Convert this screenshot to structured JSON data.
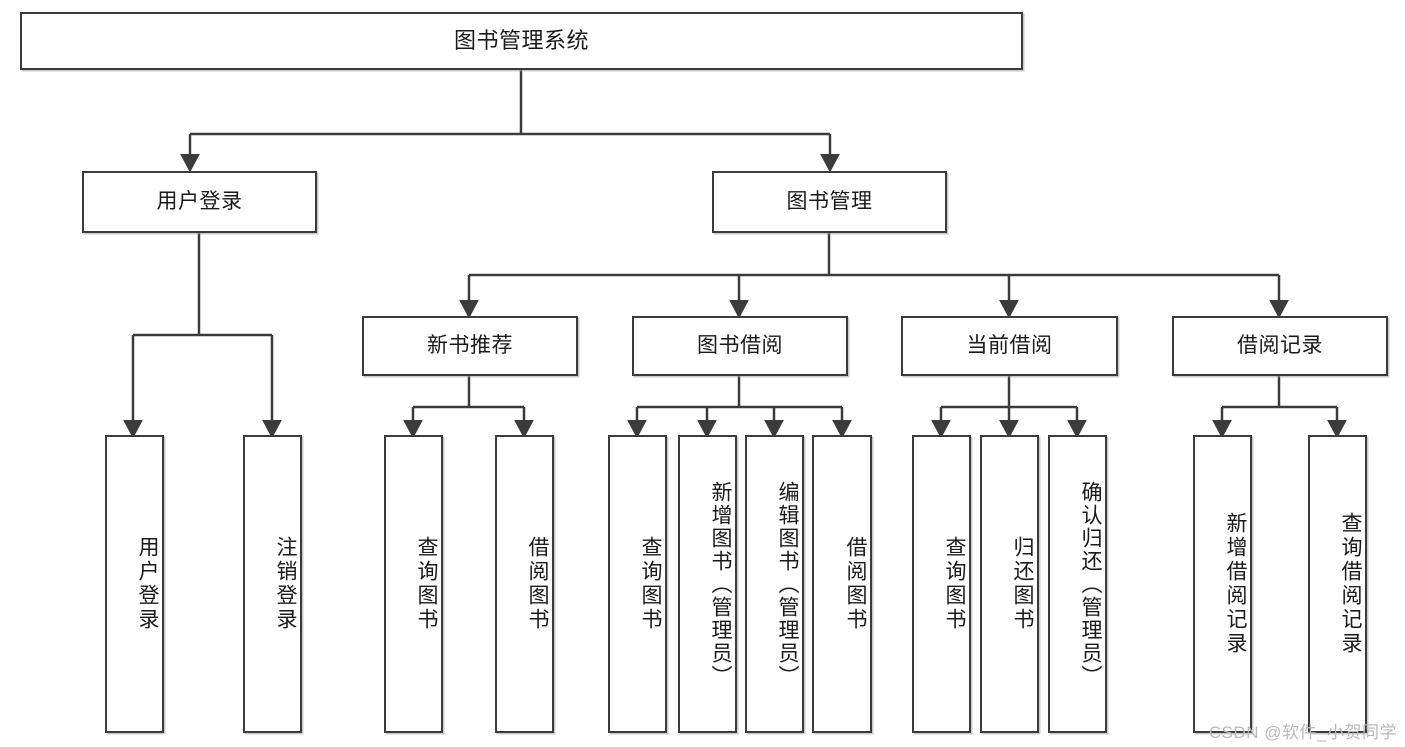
{
  "diagram": {
    "title": "图书管理系统",
    "watermark": "CSDN @软件_小贺同学",
    "colors": {
      "box_border": "#3b3b3b",
      "box_fill": "#ffffff",
      "line": "#3b3b3b",
      "background": "#ffffff",
      "watermark": "#b9b9b9"
    },
    "root": {
      "label": "图书管理系统"
    },
    "level2": [
      {
        "label": "用户登录"
      },
      {
        "label": "图书管理"
      }
    ],
    "level3": [
      {
        "label": "新书推荐"
      },
      {
        "label": "图书借阅"
      },
      {
        "label": "当前借阅"
      },
      {
        "label": "借阅记录"
      }
    ],
    "leaves": {
      "user_login": [
        {
          "label": "用户登录"
        },
        {
          "label": "注销登录"
        }
      ],
      "new_book_recommend": [
        {
          "label": "查询图书"
        },
        {
          "label": "借阅图书"
        }
      ],
      "book_borrow": [
        {
          "label": "查询图书"
        },
        {
          "label": "新增图书（管理员）"
        },
        {
          "label": "编辑图书（管理员）"
        },
        {
          "label": "借阅图书"
        }
      ],
      "current_borrow": [
        {
          "label": "查询图书"
        },
        {
          "label": "归还图书"
        },
        {
          "label": "确认归还（管理员）"
        }
      ],
      "borrow_record": [
        {
          "label": "新增借阅记录"
        },
        {
          "label": "查询借阅记录"
        }
      ]
    }
  }
}
